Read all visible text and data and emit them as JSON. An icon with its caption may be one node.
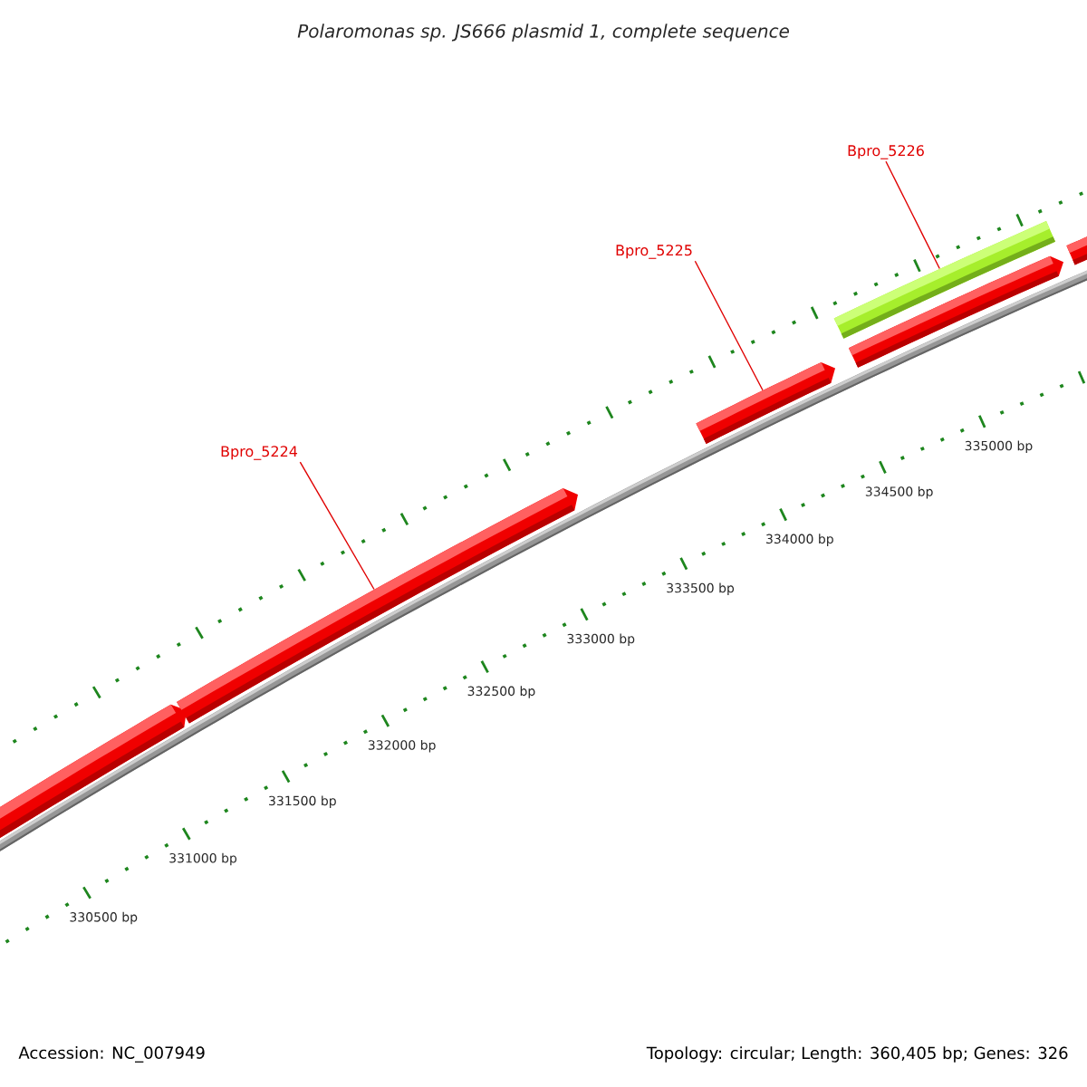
{
  "diagram": {
    "title": "Polaromonas sp. JS666 plasmid 1, complete sequence",
    "nodes": [
      {
        "text": [
          "Bpro_5224"
        ]
      },
      {
        "text": [
          "Bpro_5225"
        ]
      },
      {
        "text": [
          "Bpro_5226"
        ]
      },
      {
        "text": [],
        "shape": "bar"
      },
      {
        "text": [],
        "shape": "bar"
      },
      {
        "text": [],
        "shape": "bar"
      },
      {
        "text": [],
        "shape": "bar"
      },
      {
        "text": [],
        "shape": "bar"
      },
      {
        "text": [],
        "shape": "bar"
      }
    ],
    "edges": [
      {
        "from": 0,
        "to": 4,
        "arrow": "none"
      },
      {
        "from": 1,
        "to": 5,
        "arrow": "none"
      },
      {
        "from": 2,
        "to": 6,
        "arrow": "none"
      }
    ],
    "labels": [
      "330500 bp",
      "331000 bp",
      "331500 bp",
      "332000 bp",
      "332500 bp",
      "333000 bp",
      "333500 bp",
      "334000 bp",
      "334500 bp",
      "335000 bp",
      "Accession: NC_007949",
      "Topology: circular; Length: 360,405 bp; Genes: 326"
    ]
  }
}
